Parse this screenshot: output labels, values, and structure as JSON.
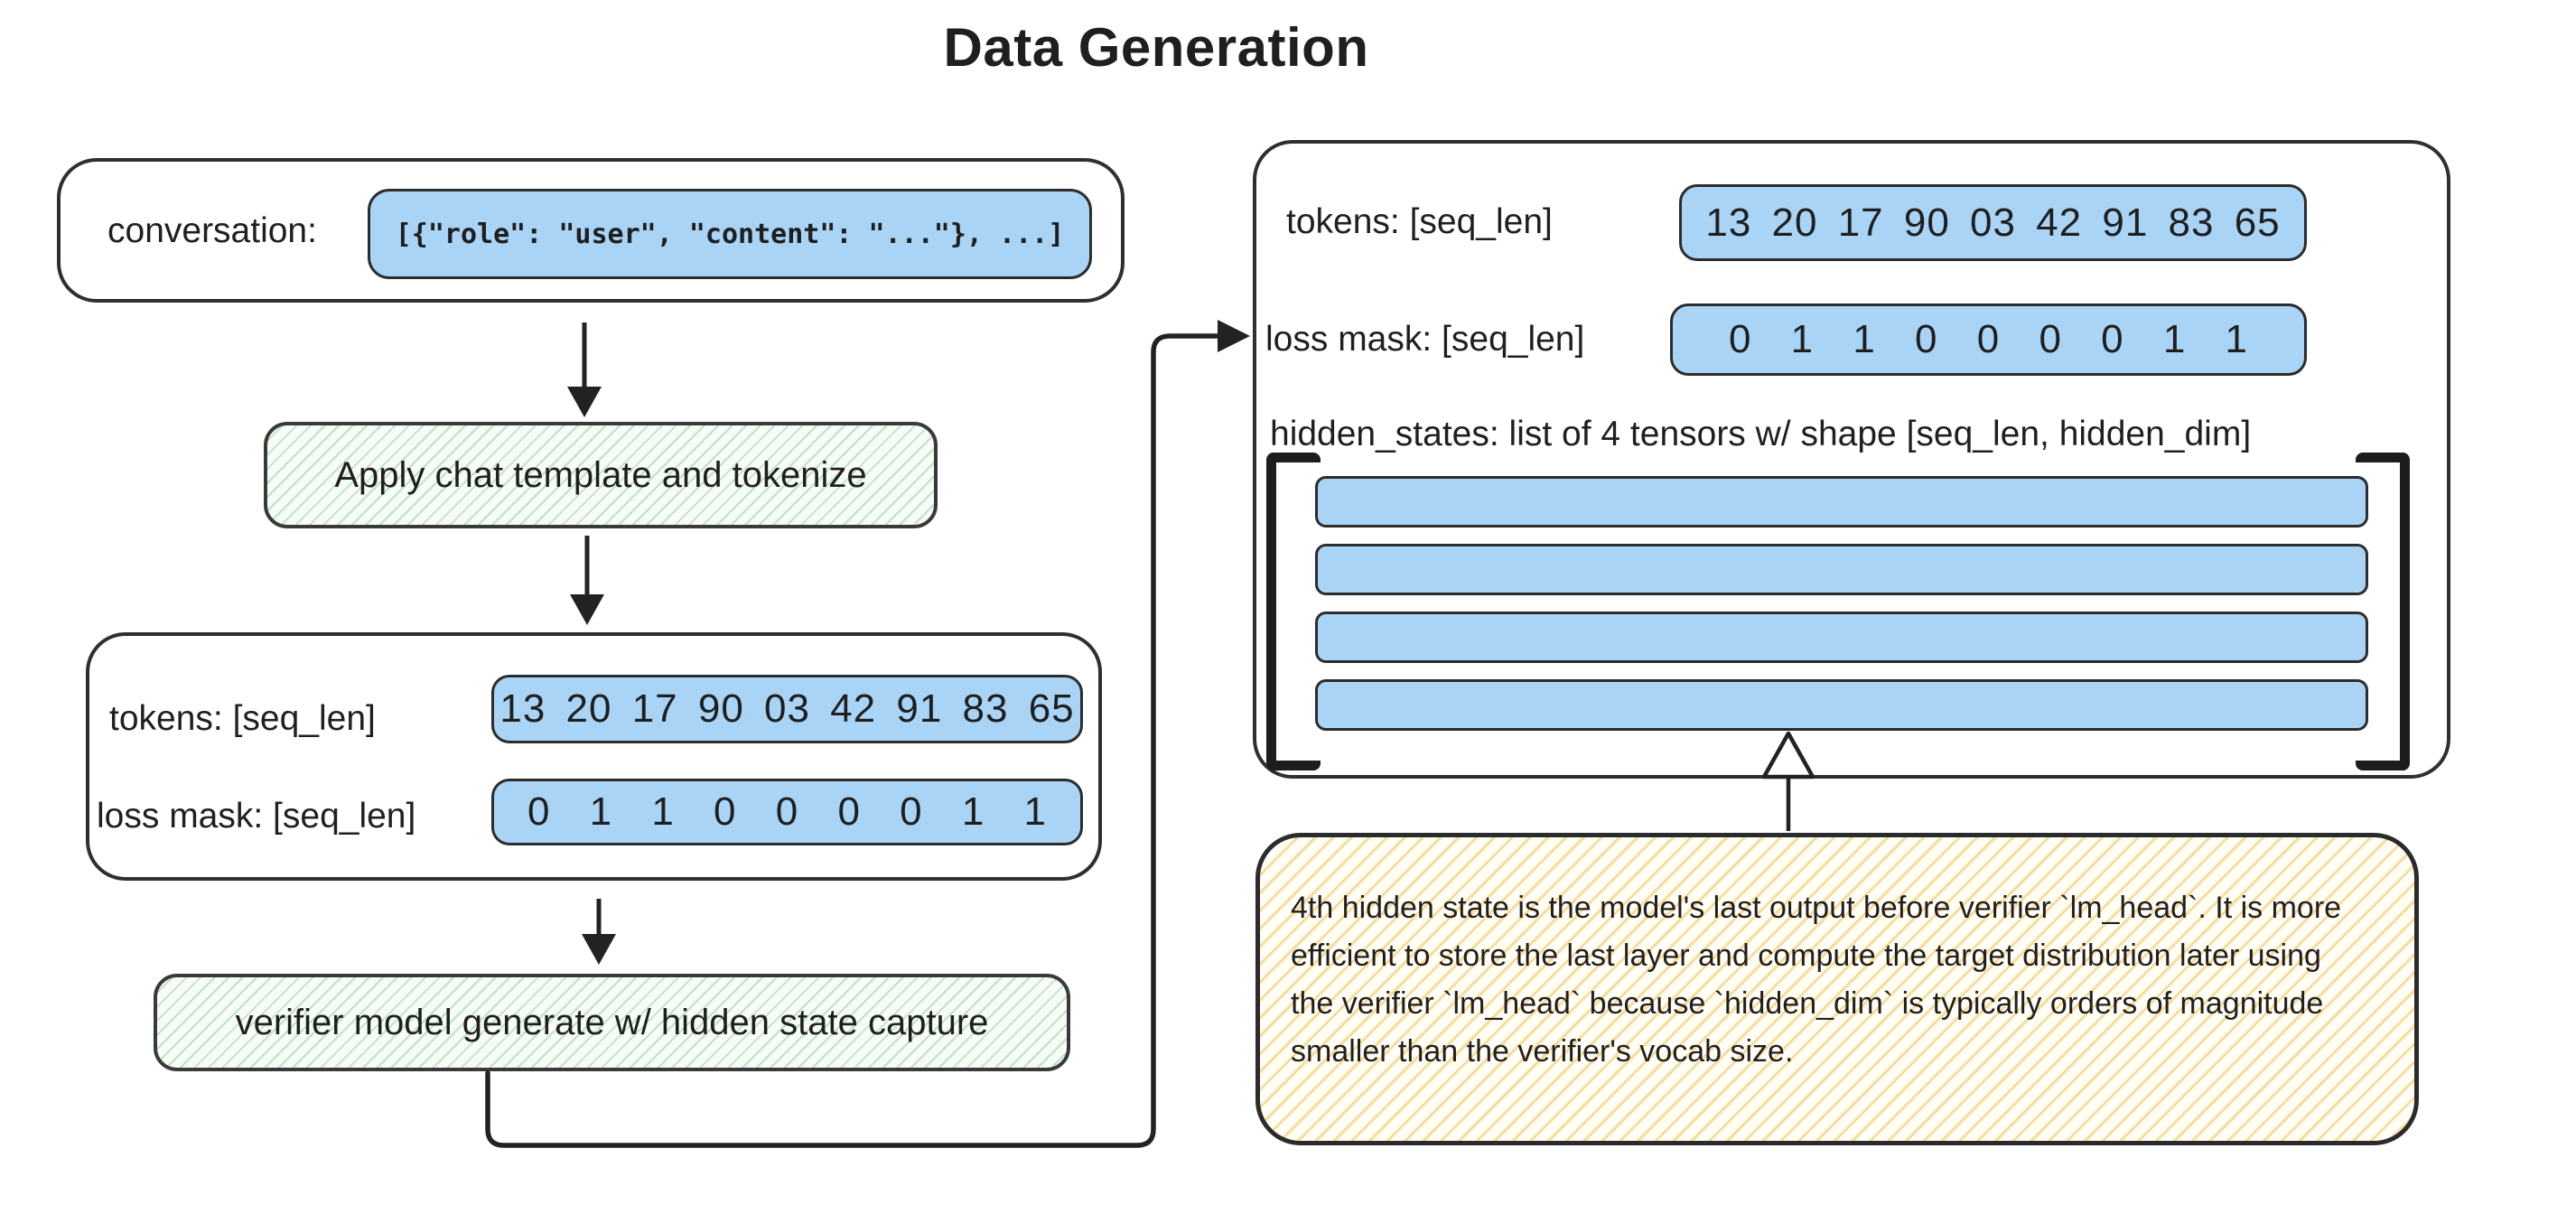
{
  "title": "Data Generation",
  "palette": {
    "ink": "#1f1f1f",
    "box_border": "#2f2f2f",
    "blue_fill": "#a9d4f5",
    "green_hatch": "#60ba76",
    "yellow_hatch": "#ecc558"
  },
  "left": {
    "conversation_label": "conversation:",
    "conversation_value": "[{\"role\": \"user\", \"content\": \"...\"}, ...]",
    "step_apply": "Apply chat template and tokenize",
    "tokens_label": "tokens: [seq_len]",
    "tokens_values": "13 20 17 90 03 42 91 83 65",
    "loss_mask_label": "loss mask: [seq_len]",
    "loss_mask_values": "0 1 1 0 0 0 0 1 1",
    "step_generate": "verifier model generate w/ hidden state capture"
  },
  "right": {
    "tokens_label": "tokens: [seq_len]",
    "tokens_values": "13 20 17 90 03 42 91 83 65",
    "loss_mask_label": "loss mask: [seq_len]",
    "loss_mask_values": "0 1 1 0 0 0 0 1 1",
    "hidden_states_label": "hidden_states: list of 4 tensors w/ shape [seq_len, hidden_dim]",
    "hidden_states_tensor_count": 4
  },
  "note_text": "4th hidden state is the model's last output before verifier `lm_head`. It is more efficient to store the last layer and compute the target distribution later using the verifier `lm_head` because `hidden_dim` is typically orders of magnitude smaller than the verifier's vocab size."
}
